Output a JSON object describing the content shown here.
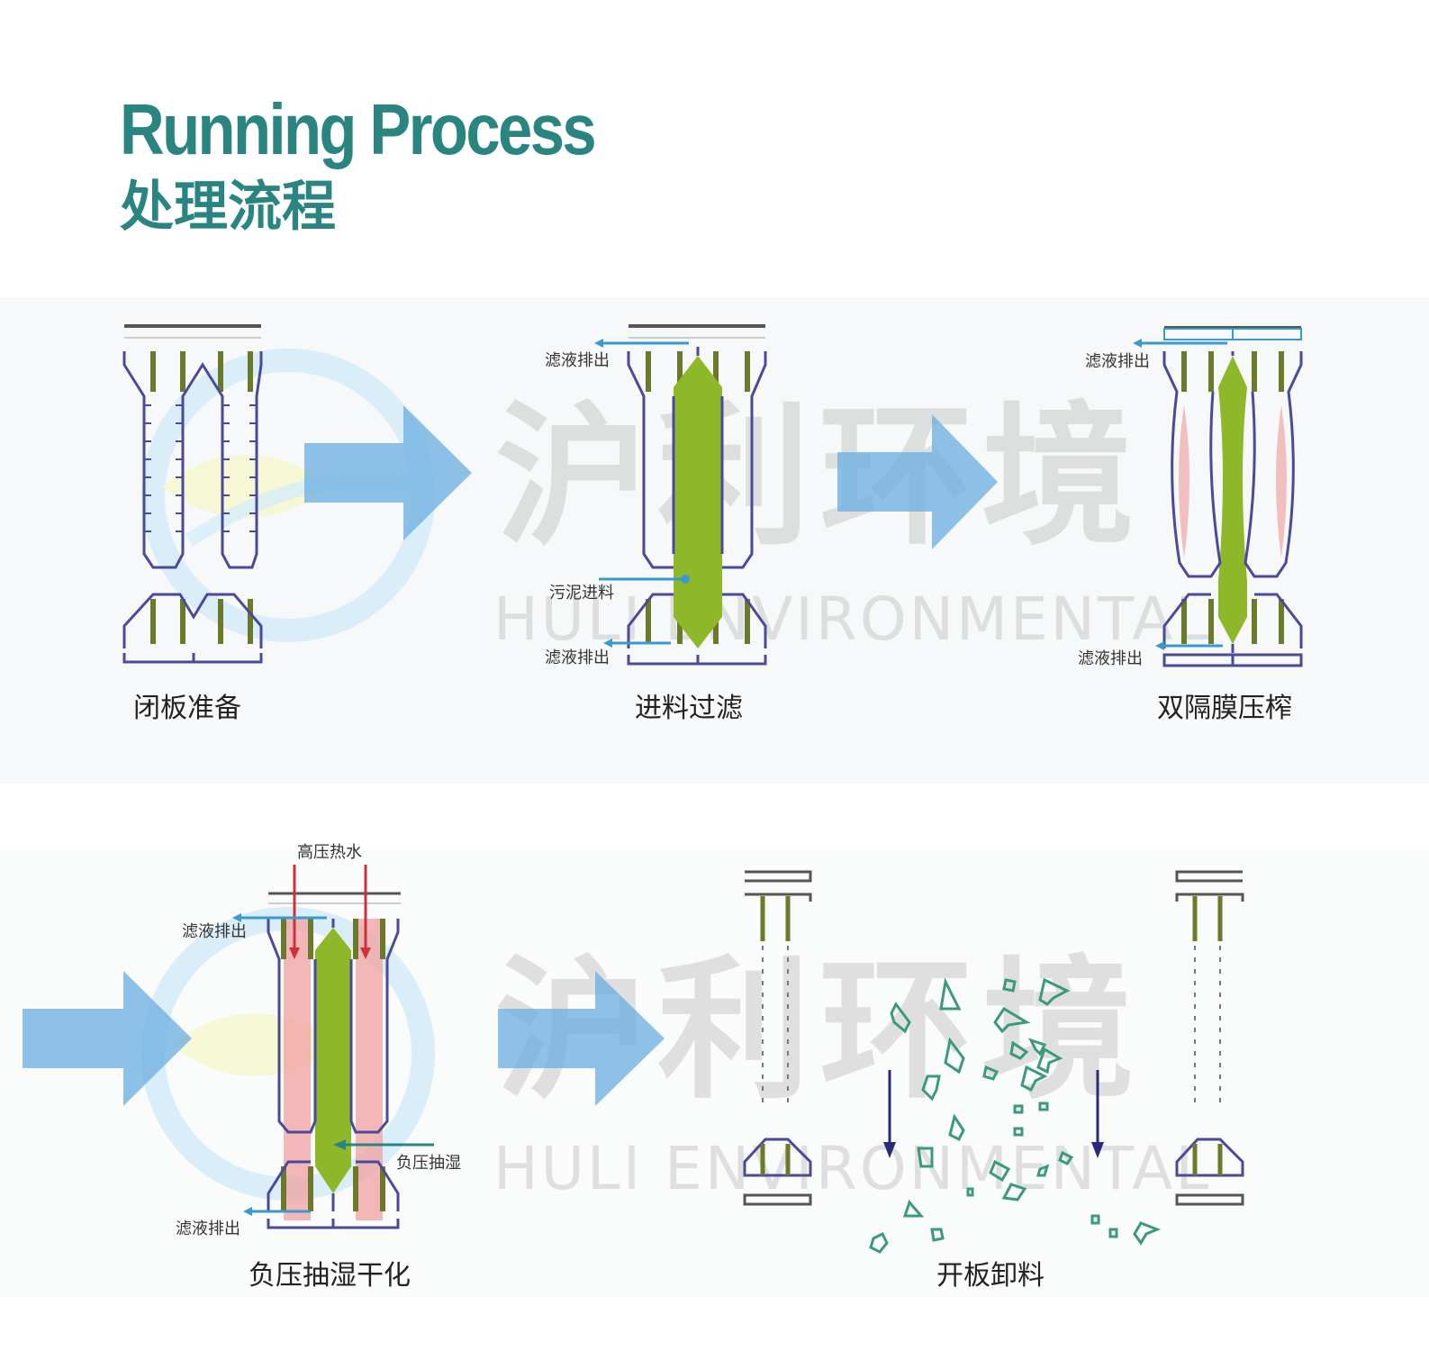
{
  "header": {
    "title_en": "Running Process",
    "title_zh": "处理流程"
  },
  "watermark": {
    "zh": "沪利环境",
    "en": "HULI ENVIRONMENTAL"
  },
  "colors": {
    "title": "#2a8581",
    "plate_outline": "#4a4a9a",
    "filter_cloth": "#6b7a2a",
    "sludge": "#8db82a",
    "hot_water": "#f0a0a0",
    "filtrate_arrow": "#3a9ad0",
    "hot_water_arrow": "#d0303a",
    "suction_arrow": "#2a8581",
    "flow_arrow": "#6aaee0",
    "cake": "#3a9a7a",
    "discharge_arrow": "#2a2a7a"
  },
  "stages": [
    {
      "id": "close",
      "caption": "闭板准备",
      "labels": []
    },
    {
      "id": "feed",
      "caption": "进料过滤",
      "labels": [
        "滤液排出",
        "污泥进料",
        "滤液排出"
      ]
    },
    {
      "id": "squeeze",
      "caption": "双隔膜压榨",
      "labels": [
        "滤液排出",
        "滤液排出"
      ]
    },
    {
      "id": "dry",
      "caption": "负压抽湿干化",
      "labels": [
        "高压热水",
        "滤液排出",
        "负压抽湿",
        "滤液排出"
      ]
    },
    {
      "id": "discharge",
      "caption": "开板卸料",
      "labels": []
    }
  ]
}
